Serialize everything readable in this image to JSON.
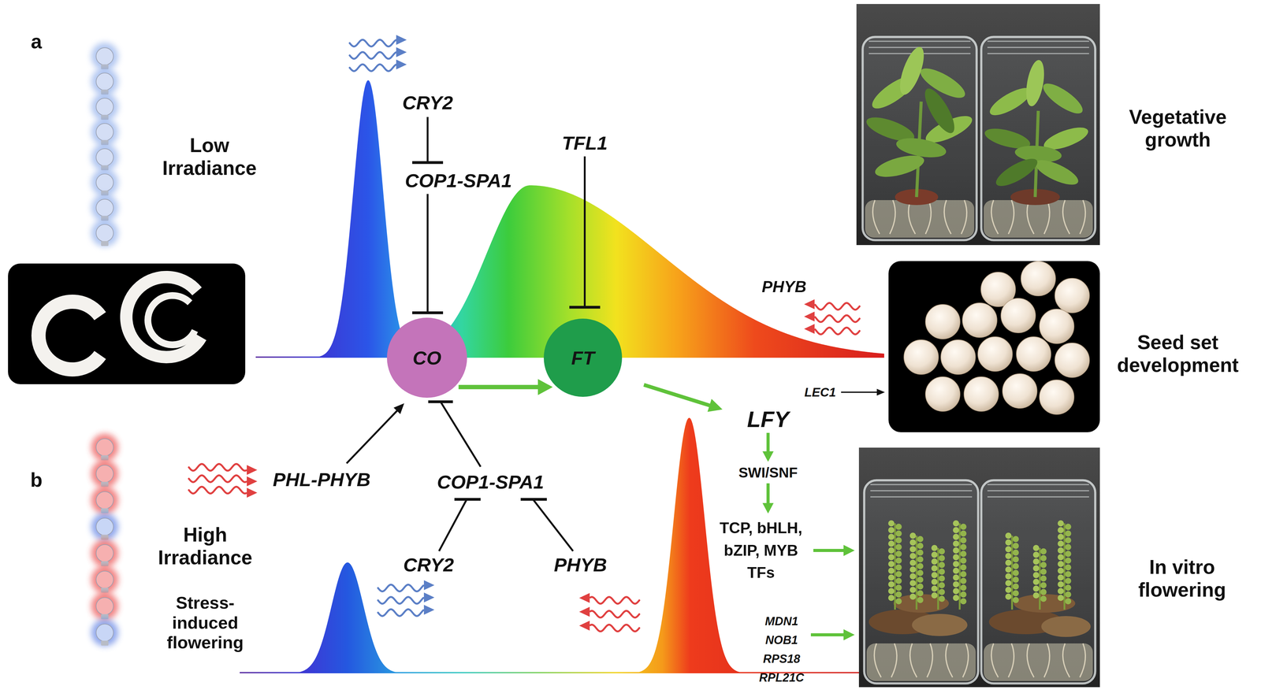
{
  "diagram": {
    "nodes": [
      {
        "text": [
          "CO"
        ]
      },
      {
        "text": [
          "FT"
        ]
      }
    ],
    "edges": [
      {
        "from": 0,
        "to": 1,
        "arrow": "to"
      }
    ],
    "labels": [
      "a",
      "Low Irradiance",
      "CRY2",
      "COP1-SPA1",
      "TFL1",
      "PHYB",
      "Vegetative growth",
      "Seed set development",
      "LEC1",
      "LFY",
      "b",
      "PHL-PHYB",
      "COP1-SPA1",
      "High Irradiance",
      "Stress-induced flowering",
      "SWI/SNF",
      "TCP, bHLH, bZIP, MYB TFs",
      "CRY2",
      "PHYB",
      "MDN1 NOB1 RPS18 RPL21C",
      "In vitro flowering"
    ]
  }
}
